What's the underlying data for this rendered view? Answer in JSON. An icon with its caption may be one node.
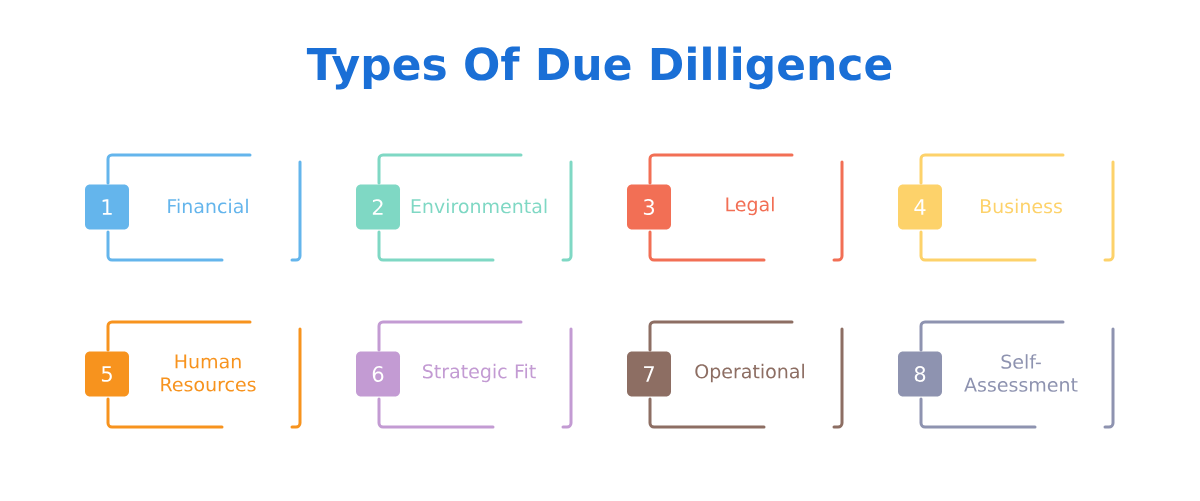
{
  "diagram": {
    "title": "Types Of Due Dilligence",
    "nodes": [
      {
        "text": [
          "Financial"
        ]
      },
      {
        "text": [
          "1"
        ]
      },
      {
        "text": [
          "Environmental"
        ]
      },
      {
        "text": [
          "2"
        ]
      },
      {
        "text": [
          "Legal"
        ]
      },
      {
        "text": [
          "3"
        ]
      },
      {
        "text": [
          "Business"
        ]
      },
      {
        "text": [
          "4"
        ]
      },
      {
        "text": [
          "Human Resources"
        ]
      },
      {
        "text": [
          "5"
        ]
      },
      {
        "text": [
          "Strategic Fit"
        ]
      },
      {
        "text": [
          "6"
        ]
      },
      {
        "text": [
          "Operational"
        ]
      },
      {
        "text": [
          "7"
        ]
      },
      {
        "text": [
          "Self-Assessment"
        ]
      },
      {
        "text": [
          "8"
        ]
      }
    ]
  }
}
